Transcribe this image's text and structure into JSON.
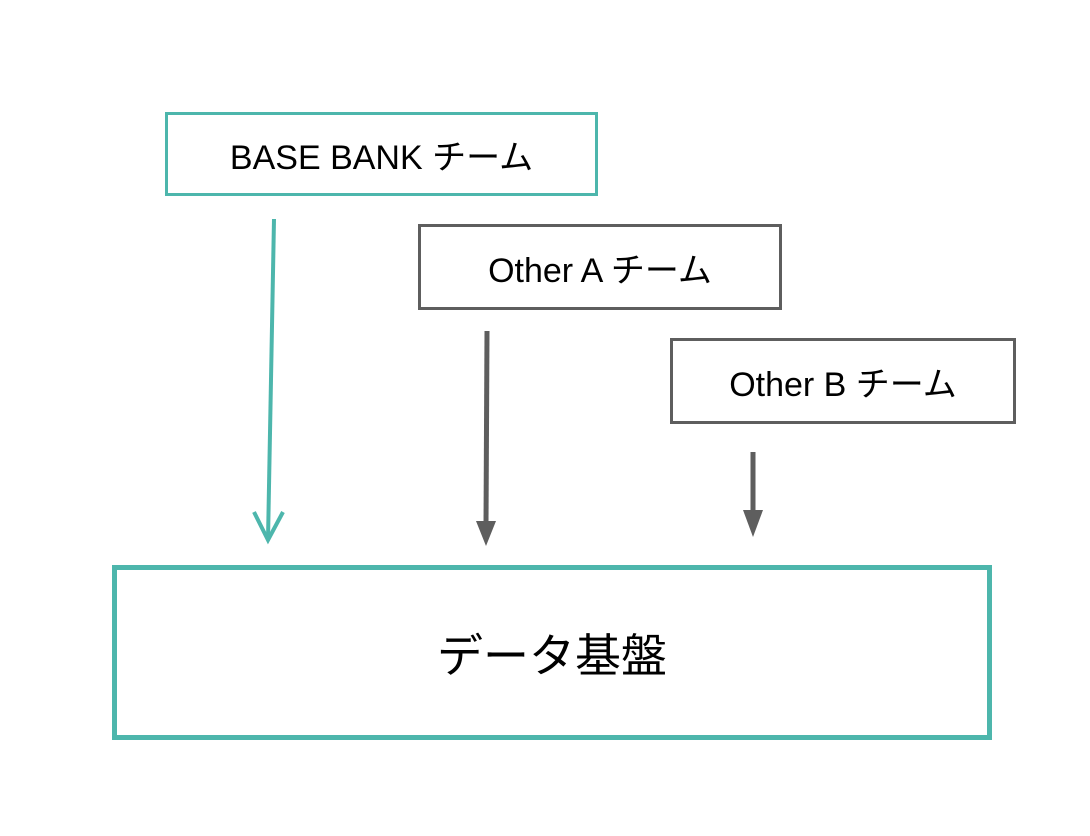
{
  "diagram": {
    "title": "team-to-data-platform-diagram",
    "teams": [
      {
        "id": "base-bank",
        "label": "BASE BANK チーム",
        "border_style": "teal"
      },
      {
        "id": "other-a",
        "label": "Other A チーム",
        "border_style": "gray"
      },
      {
        "id": "other-b",
        "label": "Other B チーム",
        "border_style": "gray"
      }
    ],
    "platform": {
      "label": "データ基盤",
      "border_style": "teal-thick"
    },
    "arrows": [
      {
        "from": "base-bank",
        "to": "platform",
        "color": "teal",
        "head": "open"
      },
      {
        "from": "other-a",
        "to": "platform",
        "color": "gray",
        "head": "filled-triangle"
      },
      {
        "from": "other-b",
        "to": "platform",
        "color": "gray",
        "head": "filled-triangle"
      }
    ],
    "colors": {
      "accent_teal": "#4DB6AC",
      "gray": "#5E5E5E",
      "text": "#000000",
      "background": "#FFFFFF"
    }
  }
}
